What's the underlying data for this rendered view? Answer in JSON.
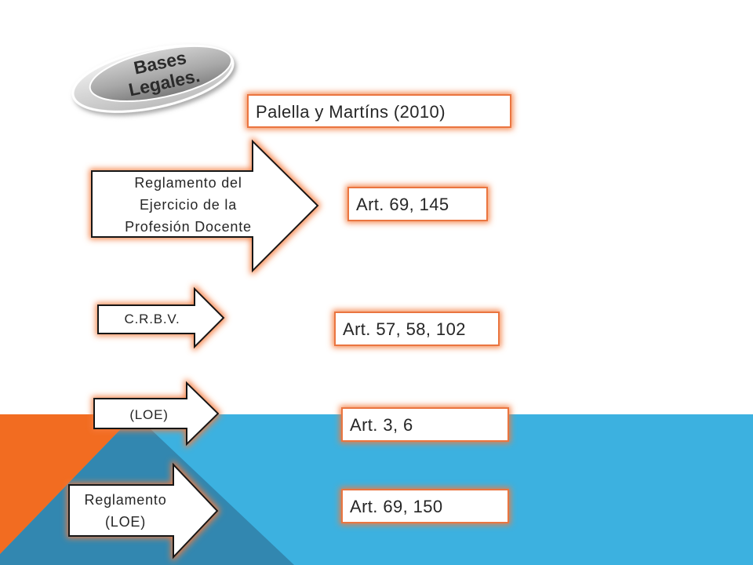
{
  "slide": {
    "badge": {
      "line1": "Bases",
      "line2": "Legales."
    },
    "boxes": [
      {
        "label": "Palella y Martíns (2010)"
      },
      {
        "label": "Art. 69, 145"
      },
      {
        "label": "Art. 57, 58, 102"
      },
      {
        "label": "Art. 3, 6"
      },
      {
        "label": "Art. 69, 150"
      }
    ],
    "arrows": [
      {
        "lines": [
          "Reglamento del",
          "Ejercicio de la",
          "Profesión Docente"
        ]
      },
      {
        "lines": [
          "C.R.B.V."
        ]
      },
      {
        "lines": [
          "(LOE)"
        ]
      },
      {
        "lines": [
          "Reglamento",
          "(LOE)"
        ]
      }
    ]
  },
  "theme": {
    "accent_orange": "#f26c21",
    "band_blue": "#3cb1e0",
    "glow_orange": "#f47a3c"
  }
}
